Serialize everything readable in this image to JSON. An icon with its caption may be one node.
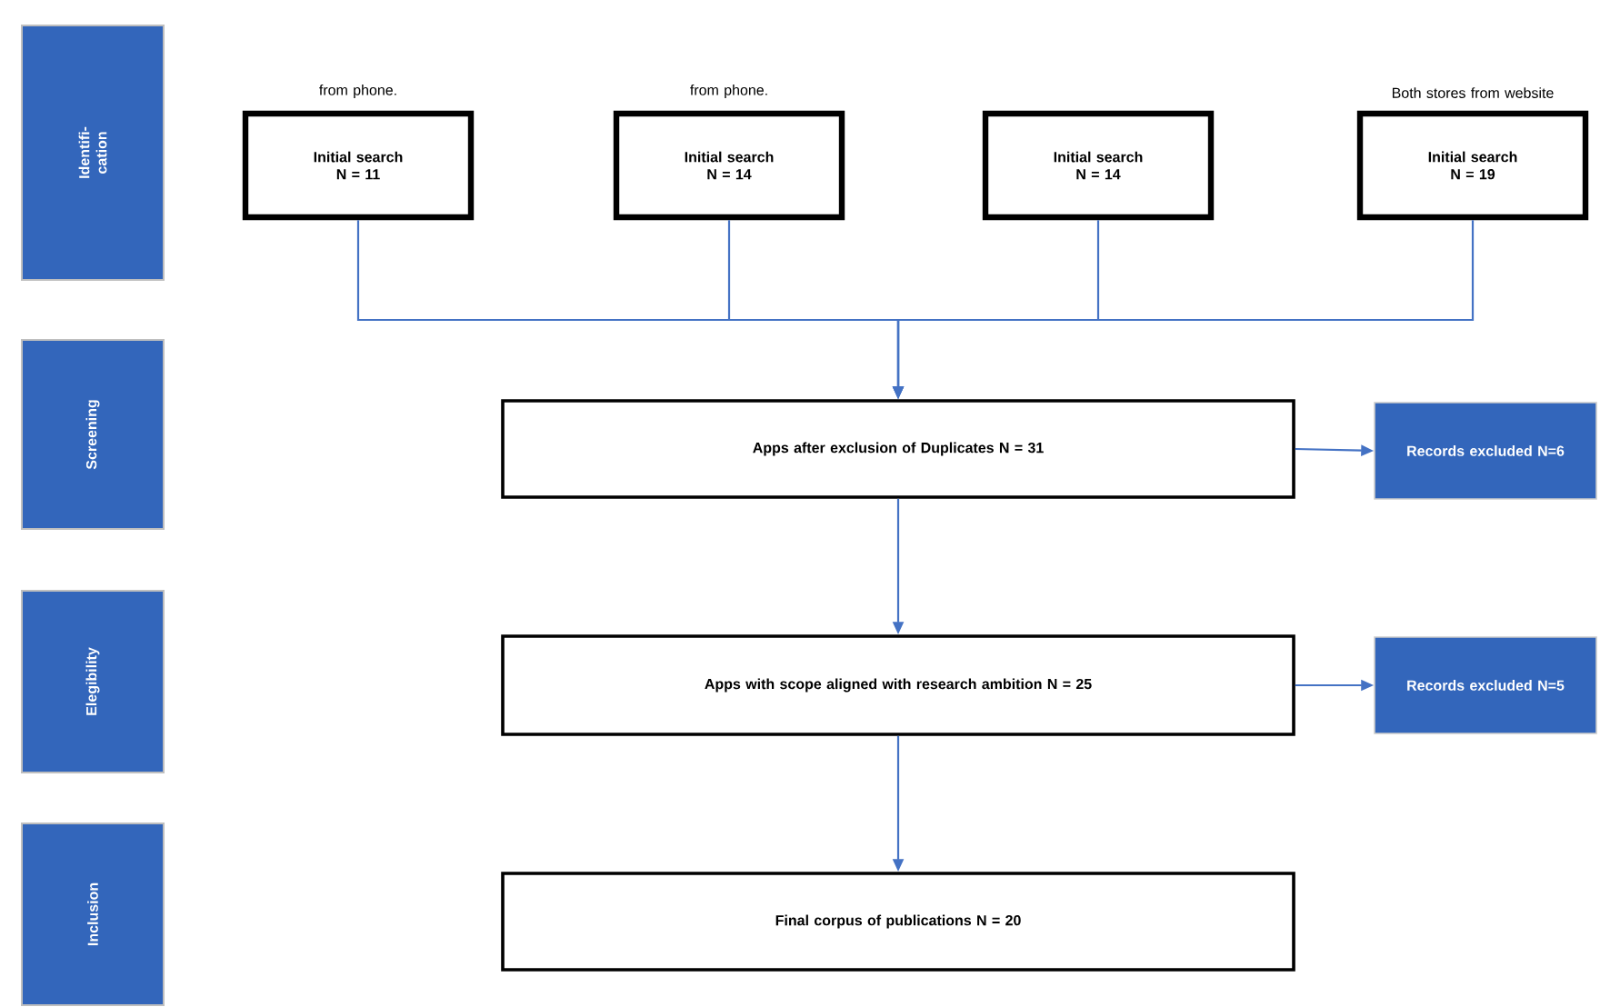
{
  "diagram": {
    "nodes": [
      {
        "text": [
          "Identifi-cation"
        ]
      },
      {
        "text": [
          "Screening"
        ]
      },
      {
        "text": [
          "Elegibility"
        ]
      },
      {
        "text": [
          "Inclusion"
        ]
      },
      {
        "text": [
          "from phone.",
          "Initial search N = 11"
        ]
      },
      {
        "text": [
          "from phone.",
          "Initial search N = 14"
        ]
      },
      {
        "text": [
          "Initial search N = 14"
        ]
      },
      {
        "text": [
          "Both stores from website",
          "Initial search N = 19"
        ]
      },
      {
        "text": [
          "Apps after exclusion of Duplicates N = 31"
        ]
      },
      {
        "text": [
          "Records excluded N=6"
        ]
      },
      {
        "text": [
          "Apps with scope aligned with research ambition N = 25"
        ]
      },
      {
        "text": [
          "Records excluded N=5"
        ]
      },
      {
        "text": [
          "Final corpus of publications N = 20"
        ]
      }
    ],
    "edges": [
      {
        "from": 4,
        "to": 8,
        "arrow": "to"
      },
      {
        "from": 5,
        "to": 8,
        "arrow": "to"
      },
      {
        "from": 6,
        "to": 8,
        "arrow": "to"
      },
      {
        "from": 7,
        "to": 8,
        "arrow": "to"
      },
      {
        "from": 8,
        "to": 9,
        "arrow": "to"
      },
      {
        "from": 8,
        "to": 10,
        "arrow": "to"
      },
      {
        "from": 10,
        "to": 11,
        "arrow": "to"
      },
      {
        "from": 10,
        "to": 12,
        "arrow": "to"
      }
    ]
  }
}
